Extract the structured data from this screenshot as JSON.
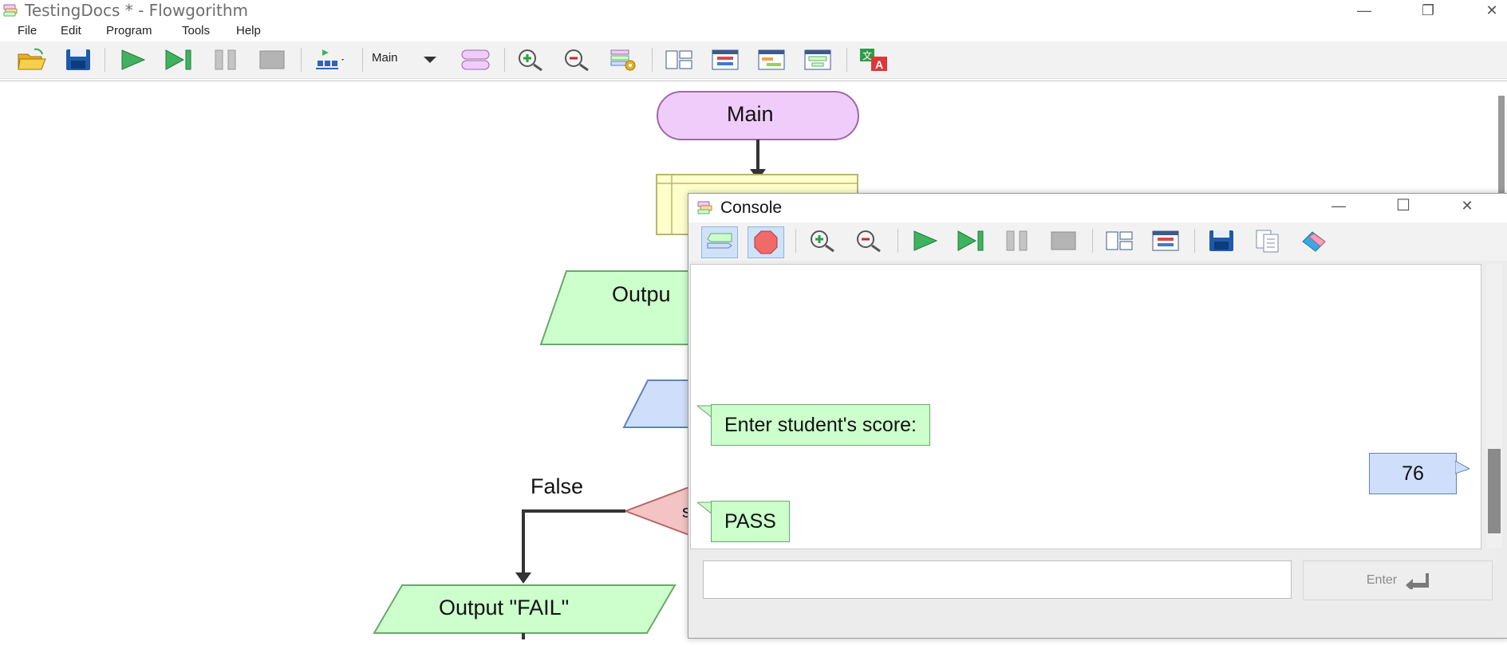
{
  "window": {
    "title": "TestingDocs * - Flowgorithm",
    "minimize": "—",
    "maximize": "❐",
    "close": "✕"
  },
  "menu": {
    "items": [
      "File",
      "Edit",
      "Program",
      "Tools",
      "Help"
    ]
  },
  "toolbar": {
    "function_select": "Main"
  },
  "flowchart": {
    "start_label": "Main",
    "output_partial": "Outpu",
    "decision_partial": "s",
    "false_label": "False",
    "output_fail": "Output \"FAIL\""
  },
  "console": {
    "title": "Console",
    "minimize": "—",
    "maximize": "☐",
    "close": "✕",
    "messages": [
      {
        "type": "output",
        "text": "Enter student's score:"
      },
      {
        "type": "input",
        "text": "76"
      },
      {
        "type": "output",
        "text": "PASS"
      }
    ],
    "input_value": "",
    "enter_label": "Enter"
  },
  "colors": {
    "output_shape": "#ccffcc",
    "input_shape": "#cfdefa",
    "terminal_shape": "#f0ccfa",
    "declare_shape": "#ffffcc",
    "decision_shape": "#f4c4c4"
  }
}
